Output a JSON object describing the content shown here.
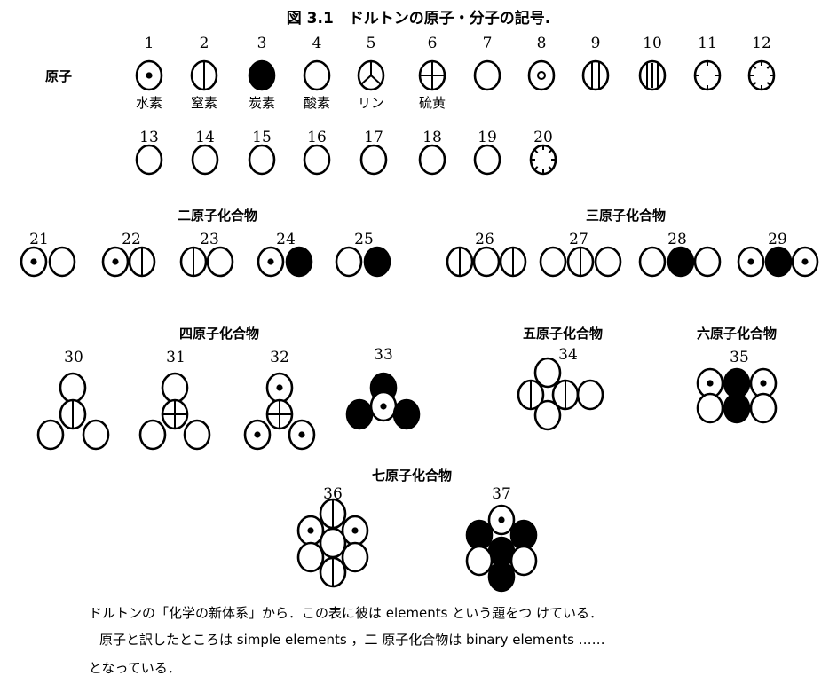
{
  "title": "図 3.1　ドルトンの原子・分子の記号.",
  "atoms_label": "原子",
  "atoms": [
    {
      "n": "1",
      "type": "hydrogen",
      "name": "水素"
    },
    {
      "n": "2",
      "type": "nitrogen",
      "name": "窒素"
    },
    {
      "n": "3",
      "type": "carbon",
      "name": "炭素"
    },
    {
      "n": "4",
      "type": "oxygen",
      "name": "酸素"
    },
    {
      "n": "5",
      "type": "phosphorus",
      "name": "リン"
    },
    {
      "n": "6",
      "type": "sulfur",
      "name": "硫黄"
    },
    {
      "n": "7",
      "type": "plain"
    },
    {
      "n": "8",
      "type": "ring"
    },
    {
      "n": "9",
      "type": "two-lines"
    },
    {
      "n": "10",
      "type": "three-lines"
    },
    {
      "n": "11",
      "type": "four-ticks"
    },
    {
      "n": "12",
      "type": "eight-ticks"
    },
    {
      "n": "13",
      "type": "plain"
    },
    {
      "n": "14",
      "type": "plain"
    },
    {
      "n": "15",
      "type": "plain"
    },
    {
      "n": "16",
      "type": "plain"
    },
    {
      "n": "17",
      "type": "plain"
    },
    {
      "n": "18",
      "type": "plain"
    },
    {
      "n": "19",
      "type": "plain"
    },
    {
      "n": "20",
      "type": "eight-ticks"
    }
  ],
  "sections": {
    "binary": "二原子化合物",
    "ternary": "三原子化合物",
    "quaternary": "四原子化合物",
    "quinary": "五原子化合物",
    "senary": "六原子化合物",
    "septenary": "七原子化合物"
  },
  "compounds": [
    {
      "n": "21",
      "atoms": [
        "hydrogen",
        "oxygen"
      ]
    },
    {
      "n": "22",
      "atoms": [
        "hydrogen",
        "nitrogen"
      ]
    },
    {
      "n": "23",
      "atoms": [
        "nitrogen",
        "oxygen"
      ]
    },
    {
      "n": "24",
      "atoms": [
        "hydrogen",
        "carbon"
      ]
    },
    {
      "n": "25",
      "atoms": [
        "oxygen",
        "carbon"
      ]
    },
    {
      "n": "26",
      "atoms": [
        "nitrogen",
        "oxygen",
        "nitrogen"
      ]
    },
    {
      "n": "27",
      "atoms": [
        "oxygen",
        "nitrogen",
        "oxygen"
      ]
    },
    {
      "n": "28",
      "atoms": [
        "oxygen",
        "carbon",
        "oxygen"
      ]
    },
    {
      "n": "29",
      "atoms": [
        "hydrogen",
        "carbon",
        "hydrogen"
      ]
    },
    {
      "n": "30",
      "atoms": [
        "oxygen",
        "nitrogen",
        "oxygen",
        "oxygen"
      ]
    },
    {
      "n": "31",
      "atoms": [
        "oxygen",
        "sulfur",
        "oxygen",
        "oxygen"
      ]
    },
    {
      "n": "32",
      "atoms": [
        "hydrogen",
        "sulfur",
        "hydrogen",
        "hydrogen"
      ]
    },
    {
      "n": "33",
      "atoms": [
        "carbon",
        "hydrogen",
        "carbon",
        "carbon"
      ]
    },
    {
      "n": "34",
      "atoms": [
        "oxygen",
        "nitrogen",
        "nitrogen",
        "oxygen",
        "oxygen"
      ]
    },
    {
      "n": "35",
      "atoms": [
        "hydrogen",
        "carbon",
        "hydrogen",
        "oxygen",
        "carbon",
        "oxygen"
      ]
    },
    {
      "n": "36",
      "atoms": [
        "nitrogen",
        "hydrogen",
        "hydrogen",
        "oxygen",
        "oxygen",
        "oxygen",
        "nitrogen"
      ]
    },
    {
      "n": "37",
      "atoms": [
        "hydrogen",
        "carbon",
        "carbon",
        "carbon",
        "oxygen",
        "oxygen",
        "carbon"
      ]
    }
  ],
  "caption": [
    "ドルトンの「化学の新体系」から．この表に彼は elements という題をつ けている．",
    "原子と訳したところは simple elements ，二 原子化合物は binary elements ……",
    "となっている．"
  ]
}
